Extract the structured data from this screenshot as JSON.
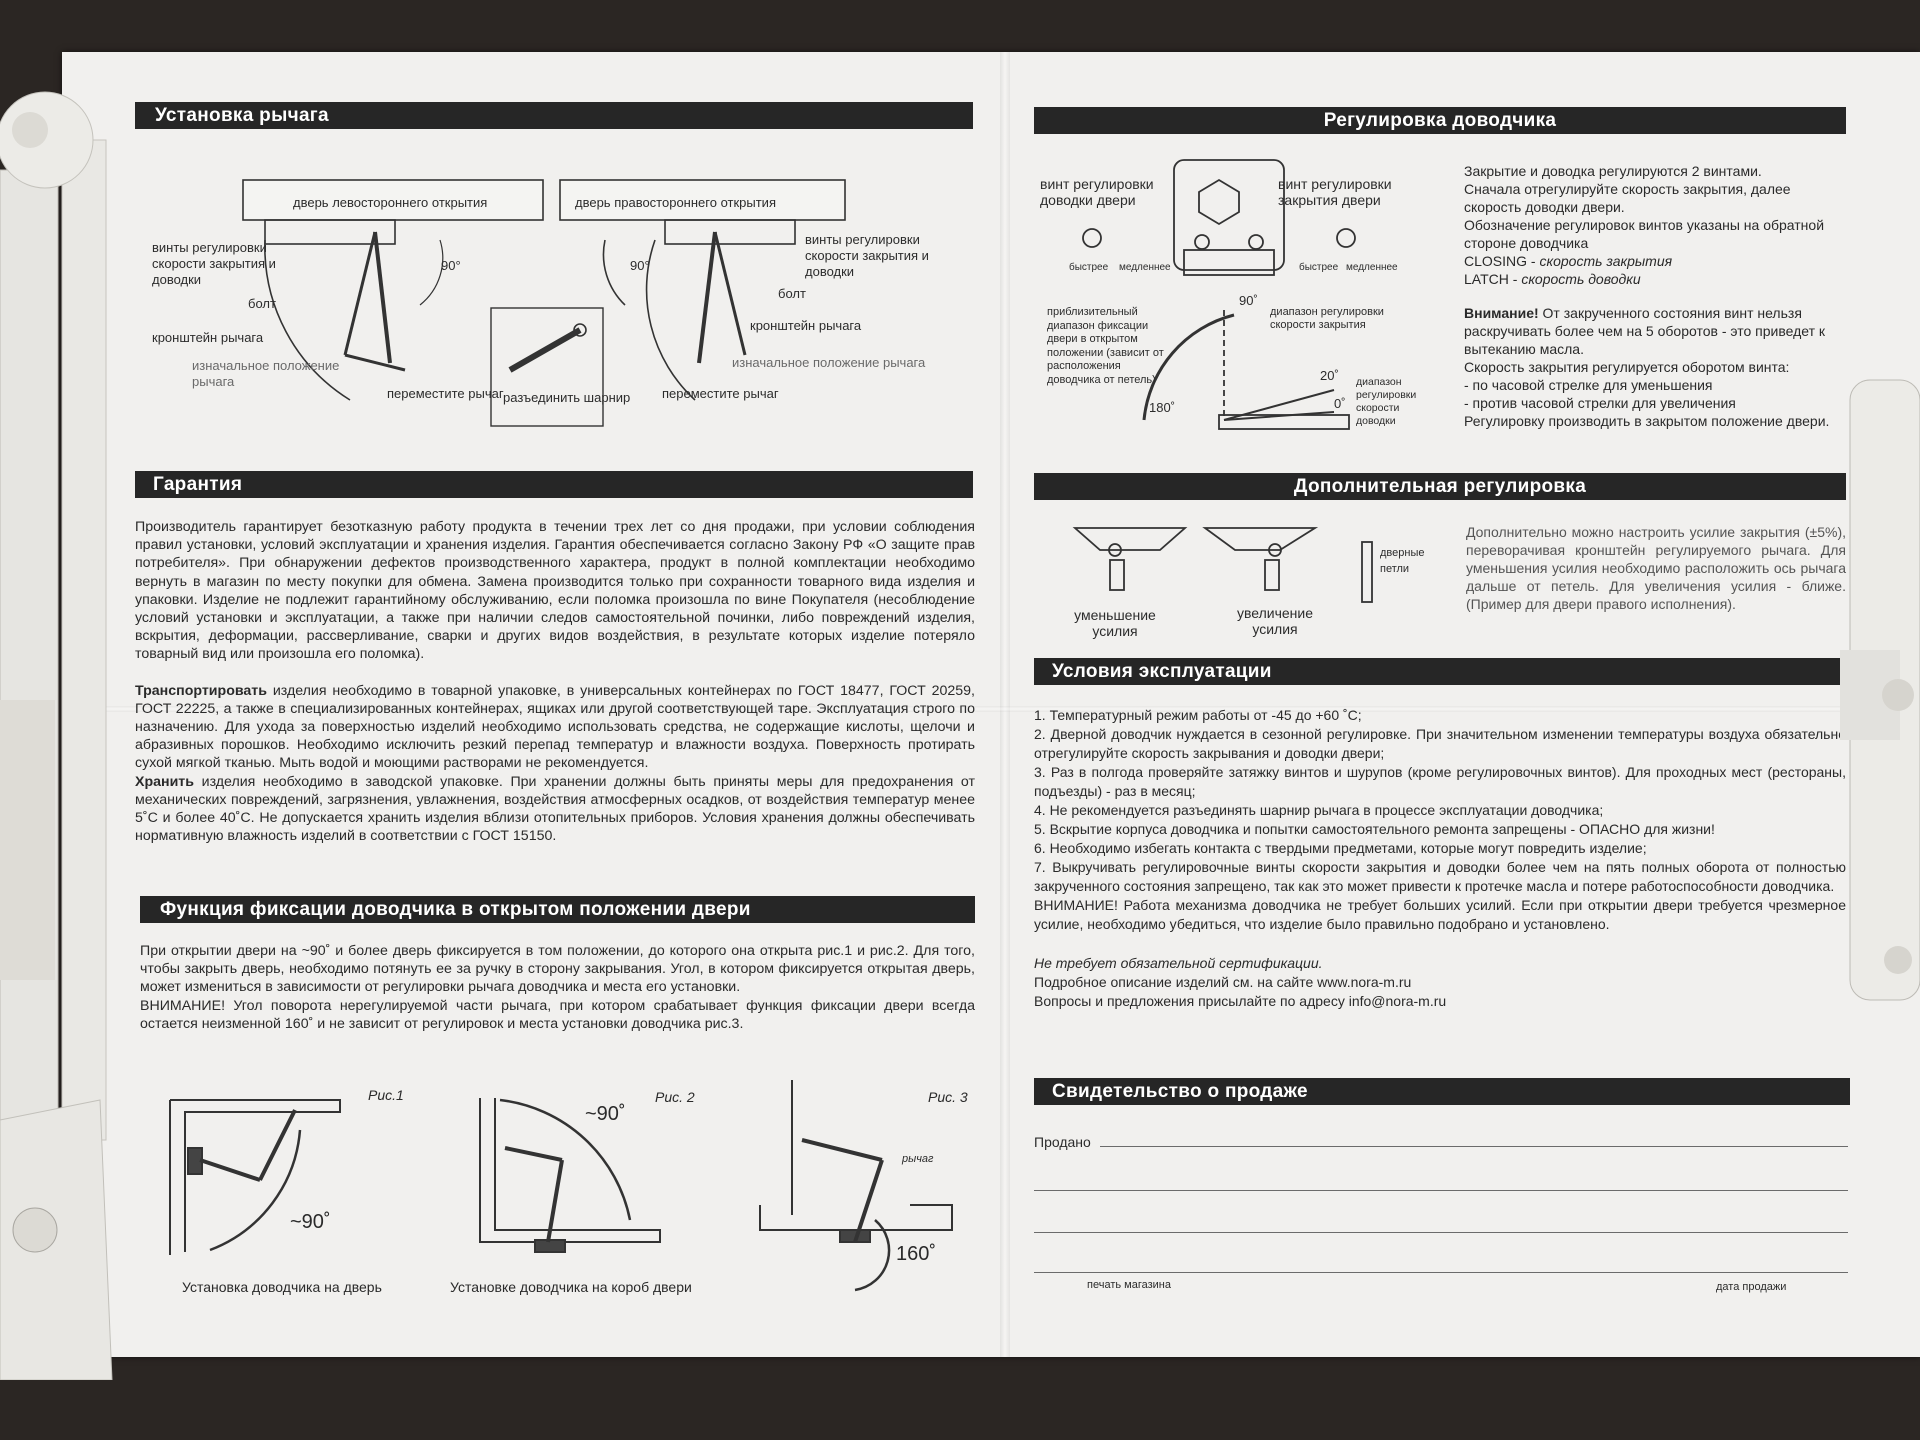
{
  "lever_install": {
    "header": "Установка рычага",
    "left_door": "дверь левостороннего открытия",
    "right_door": "дверь правостороннего открытия",
    "screws": "винты регулировки скорости закрытия и доводки",
    "bolt": "болт",
    "bracket": "кронштейн рычага",
    "initial_pos_left": "изначальное положение рычага",
    "initial_pos_right": "изначальное положение рычага",
    "move_lever": "переместите рычаг",
    "detach": "разъединить шарнир",
    "angle": "90°"
  },
  "warranty": {
    "header": "Гарантия",
    "p1": "Производитель гарантирует безотказную работу продукта в течении трех лет со дня продажи, при условии соблюдения правил установки, условий эксплуатации и хранения изделия. Гарантия обеспечивается согласно Закону РФ «О защите прав потребителя». При обнаружении дефектов производственного характера, продукт в полной комплектации необходимо вернуть в магазин по месту покупки для обмена. Замена производится только при сохранности товарного вида изделия и упаковки. Изделие не подлежит гарантийному обслуживанию, если поломка произошла по вине Покупателя (несоблюдение условий установки и эксплуатации, а также при наличии следов самостоятельной починки, либо повреждений изделия, вскрытия, деформации, рассверливание, сварки и других видов воздействия, в результате которых изделие потеряло товарный вид или произошла его поломка).",
    "transport_bold": "Транспортировать",
    "transport": " изделия необходимо в товарной упаковке, в универсальных контейнерах по ГОСТ 18477, ГОСТ 20259, ГОСТ 22225, а также в специализированных контейнерах, ящиках или другой соответствующей таре. Эксплуатация строго по назначению. Для ухода за поверхностью изделий необходимо использовать средства, не содержащие кислоты, щелочи и абразивных порошков. Необходимо исключить резкий перепад температур и влажности воздуха. Поверхность протирать сухой мягкой тканью. Мыть водой и моющими растворами не рекомендуется.",
    "store_bold": "Хранить",
    "store": " изделия необходимо в заводской упаковке. При хранении должны быть приняты меры для предохранения от механических повреждений, загрязнения, увлажнения, воздействия атмосферных осадков, от воздействия температур менее 5˚С и более 40˚С. Не допускается хранить изделия вблизи отопительных приборов. Условия хранения должны обеспечивать нормативную влажность изделий в соответствии с ГОСТ 15150."
  },
  "hold_open": {
    "header": "Функция фиксации доводчика в открытом положении двери",
    "p1": "При открытии двери на ~90˚ и более дверь фиксируется в том положении, до которого она открыта рис.1 и рис.2. Для того, чтобы закрыть дверь, необходимо потянуть ее за ручку в сторону закрывания. Угол, в котором фиксируется открытая дверь, может измениться в зависимости от регулировки рычага доводчика и места его установки.",
    "p2": "ВНИМАНИЕ! Угол поворота нерегулируемой части рычага, при котором срабатывает функция фиксации двери всегда остается неизменной 160˚ и не зависит от регулировок и места установки доводчика рис.3.",
    "fig1": "Рис.1",
    "fig2": "Рис. 2",
    "fig3": "Рис. 3",
    "fig1_angle": "~90˚",
    "fig2_angle": "~90˚",
    "fig3_angle": "160˚",
    "fig3_lever": "рычаг",
    "cap1": "Установка доводчика на дверь",
    "cap2": "Установке доводчика на короб двери"
  },
  "adjustment": {
    "header": "Регулировка доводчика",
    "latch_screw": "винт регулировки доводки двери",
    "closing_screw": "винт регулировки закрытия двери",
    "fast": "быстрее",
    "slow": "медленнее",
    "hold_range": "приблизительный диапазон фиксации двери в открытом положении (зависит от расположения доводчика от петель)",
    "closing_range": "диапазон регулировки скорости закрытия",
    "latch_range": "диапазон регулировки скорости доводки",
    "a90": "90˚",
    "a180": "180˚",
    "a20": "20˚",
    "a0": "0˚",
    "t1": "Закрытие и доводка регулируются 2 винтами.",
    "t2": "Сначала отрегулируйте скорость закрытия, далее скорость доводки двери.",
    "t3": "Обозначение регулировок винтов указаны на обратной стороне доводчика",
    "t4a": "CLOSING - ",
    "t4b": "скорость закрытия",
    "t5a": "LATCH - ",
    "t5b": "скорость доводки",
    "w1a": "Внимание!",
    "w1b": " От закрученного состояния винт нельзя раскручивать более чем на 5 оборотов - это приведет к вытеканию масла.",
    "w2": "Скорость закрытия регулируется оборотом винта:",
    "w3": "- по часовой стрелке для уменьшения",
    "w4": "- против часовой стрелки для увеличения",
    "w5": "Регулировку производить в закрытом положение двери."
  },
  "extra": {
    "header": "Дополнительная регулировка",
    "decrease": "уменьшение усилия",
    "increase": "увеличение усилия",
    "hinges": "дверные петли",
    "text": "Дополнительно можно настроить усилие закрытия (±5%), переворачивая кронштейн регулируемого рычага. Для уменьшения усилия необходимо расположить ось рычага дальше от петель. Для увеличения усилия - ближе. (Пример для двери правого исполнения)."
  },
  "conditions": {
    "header": "Условия эксплуатации",
    "items": [
      "1. Температурный режим работы от -45 до +60 ˚С;",
      "2. Дверной доводчик нуждается в сезонной регулировке. При значительном изменении температуры воздуха обязательно отрегулируйте скорость закрывания и доводки двери;",
      "3. Раз в полгода проверяйте затяжку винтов и шурупов (кроме регулировочных винтов). Для проходных мест (рестораны, подъезды) - раз в месяц;",
      "4. Не рекомендуется разъединять шарнир рычага в процессе эксплуатации доводчика;",
      "5. Вскрытие корпуса доводчика и попытки самостоятельного ремонта запрещены - ОПАСНО для жизни!",
      "6. Необходимо избегать контакта с твердыми предметами, которые могут повредить изделие;",
      "7. Выкручивать регулировочные винты скорости закрытия и доводки более чем на пять полных оборота от полностью закрученного состояния запрещено, так как это может привести к протечке масла и потере работоспособности доводчика."
    ],
    "attention": "ВНИМАНИЕ! Работа механизма доводчика не требует больших усилий. Если при открытии двери требуется чрезмерное усилие, необходимо убедиться, что изделие было правильно подобрано и установлено.",
    "cert": "Не требует обязательной сертификации.",
    "site": "Подробное описание изделий см. на сайте www.nora-m.ru",
    "email": "Вопросы и предложения присылайте по адресу info@nora-m.ru"
  },
  "sale": {
    "header": "Свидетельство о продаже",
    "sold": "Продано",
    "stamp": "печать магазина",
    "date": "дата продажи"
  }
}
